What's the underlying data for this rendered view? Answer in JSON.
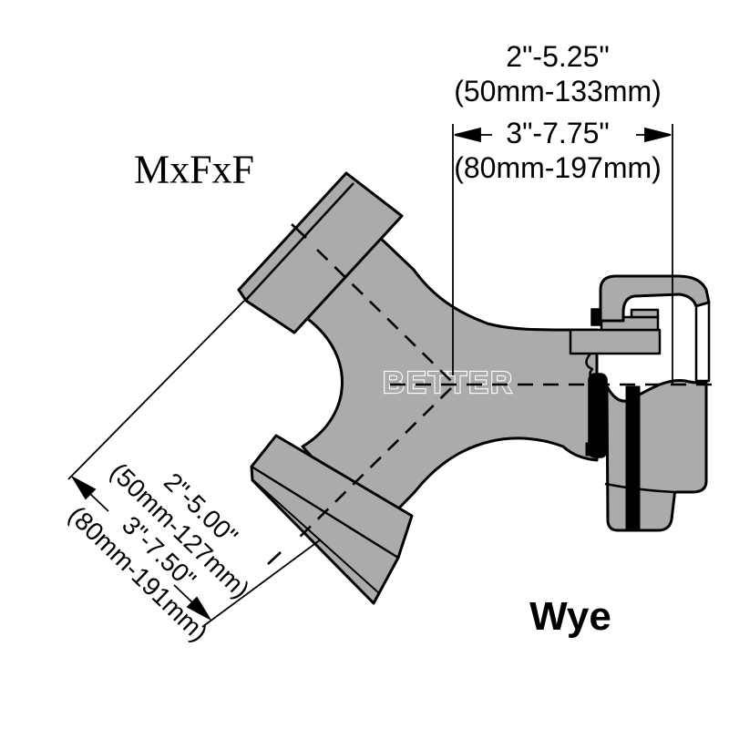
{
  "labels": {
    "material": "MxFxF",
    "part": "Wye",
    "watermark": "BETTER"
  },
  "dimensions": {
    "top": {
      "lines": [
        "2\"-5.25\"",
        "(50mm-133mm)",
        "3\"-7.75\"",
        "(80mm-197mm)"
      ]
    },
    "diagonal": {
      "lines": [
        "2\"-5.00\"",
        "(50mm-127mm)",
        "3\"-7.50\"",
        "(80mm-191mm)"
      ]
    }
  },
  "colors": {
    "body_gray": "#ababab",
    "outline": "#000000",
    "background": "#ffffff"
  }
}
